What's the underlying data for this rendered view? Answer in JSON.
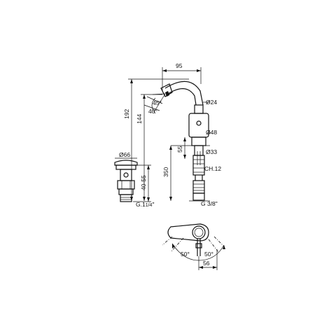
{
  "colors": {
    "line": "#111111",
    "background": "#ffffff"
  },
  "faucet": {
    "width_spout": "95",
    "height_total": "192",
    "height_spout": "144",
    "spout_angle_1": "45°",
    "spout_angle_2": "40°",
    "dia_top": "Ø24",
    "dia_body": "Ø48",
    "dia_stem": "Ø33",
    "height_base": "55",
    "height_thread": "350",
    "wrench": "CH.12",
    "thread": "G 3/8\""
  },
  "drain": {
    "diameter": "Ø66",
    "height_range": "40-55",
    "thread_prefix": "G.1",
    "thread_frac": "1/4",
    "thread_suffix": "\""
  },
  "top_view": {
    "angle_left": "50°",
    "angle_right": "50°",
    "offset": "56"
  }
}
